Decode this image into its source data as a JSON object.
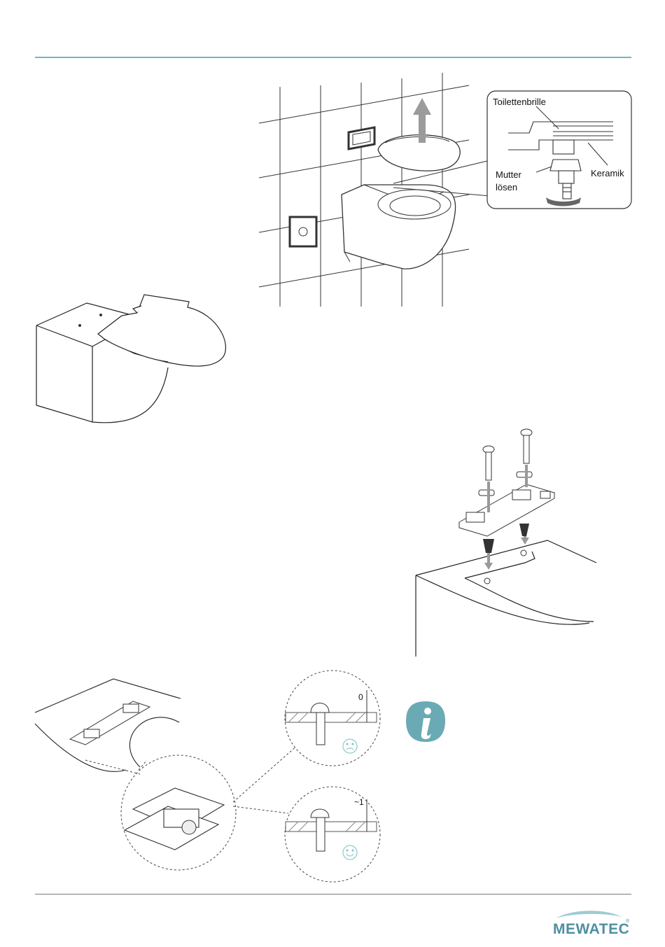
{
  "figure_wall_toilet": {
    "callout_labels": {
      "seat": "Toilettenbrille",
      "nut_line1": "Mutter",
      "nut_line2": "lösen",
      "ceramic": "Keramik"
    }
  },
  "figure_screw_detail": {
    "gap_wrong": "0",
    "gap_right": "~1"
  },
  "footer": {
    "brand": "MEWATEC",
    "registered": "®"
  },
  "colors": {
    "accent_rule": "#74b4c0",
    "info_icon": "#6aaab5",
    "brand": "#4e8fa1",
    "smiley": "#8fc8d0"
  },
  "icons": [
    "info-icon",
    "sad-face-icon",
    "happy-face-icon"
  ]
}
